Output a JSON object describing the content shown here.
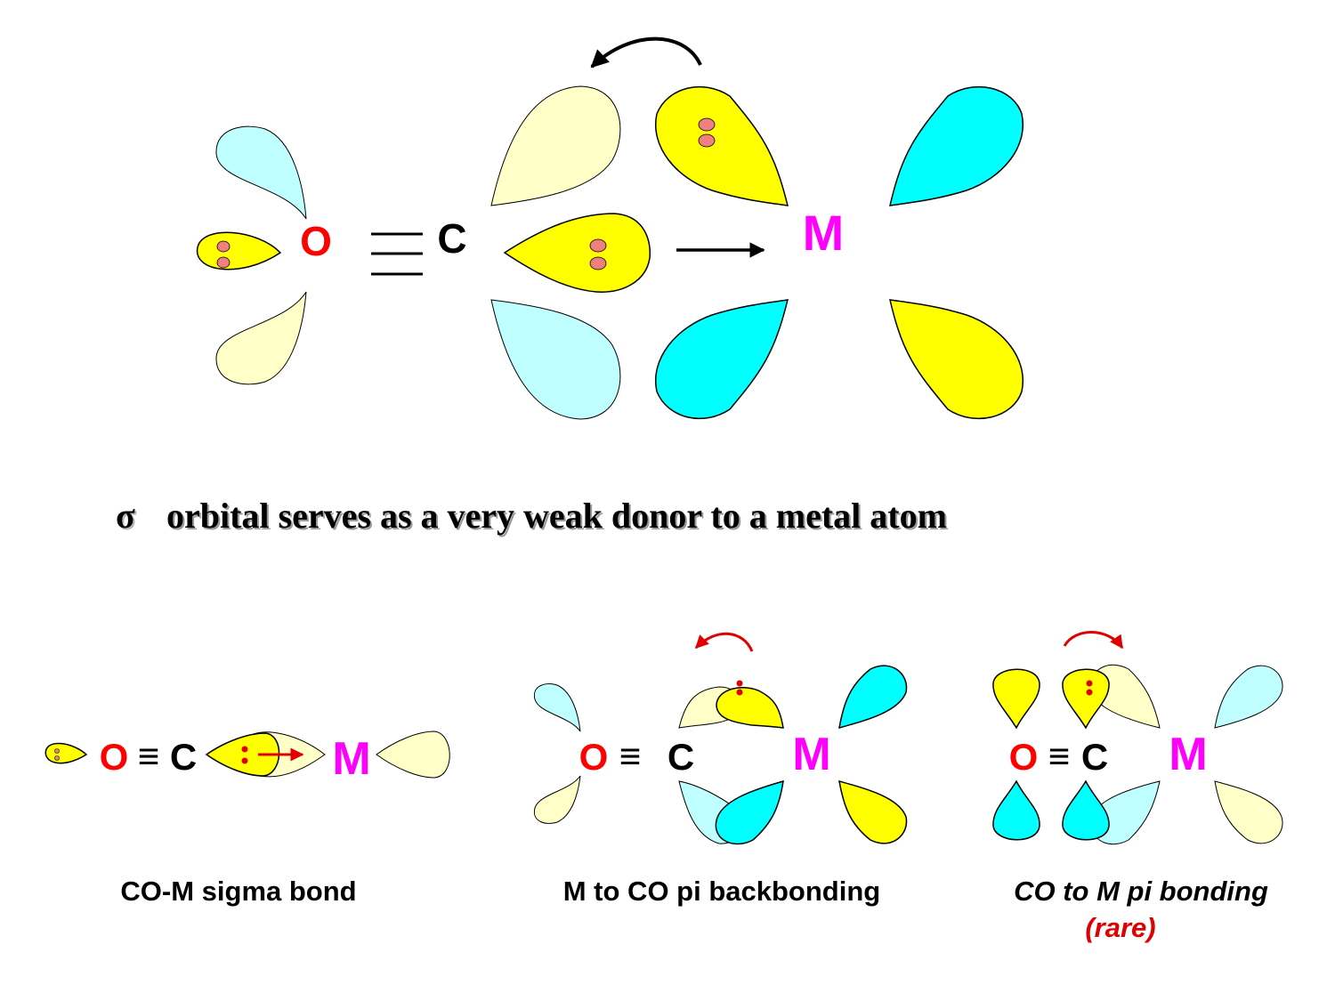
{
  "colors": {
    "yellow": "#ffff00",
    "pale_yellow": "#ffffc8",
    "cyan": "#00ffff",
    "pale_cyan": "#c0ffff",
    "electron_dot_fill": "#f08080",
    "oxygen": "#ff0000",
    "carbon": "#000000",
    "metal": "#ff00ff",
    "red_note": "#e00000"
  },
  "top_diagram": {
    "oxygen_label": "O",
    "carbon_label": "C",
    "metal_label": "M"
  },
  "caption": {
    "symbol": "σ",
    "text": "orbital serves as a very weak donor to a metal atom"
  },
  "panels": [
    {
      "oxygen_label": "O",
      "triple_bond": "≡",
      "carbon_label": "C",
      "metal_label": "M",
      "title": "CO-M sigma bond"
    },
    {
      "oxygen_label": "O",
      "triple_bond": "≡",
      "carbon_label": "C",
      "metal_label": "M",
      "title": "M to CO pi backbonding"
    },
    {
      "oxygen_label": "O",
      "triple_bond": "≡",
      "carbon_label": "C",
      "metal_label": "M",
      "title": "CO to M pi bonding",
      "note": "(rare)"
    }
  ]
}
